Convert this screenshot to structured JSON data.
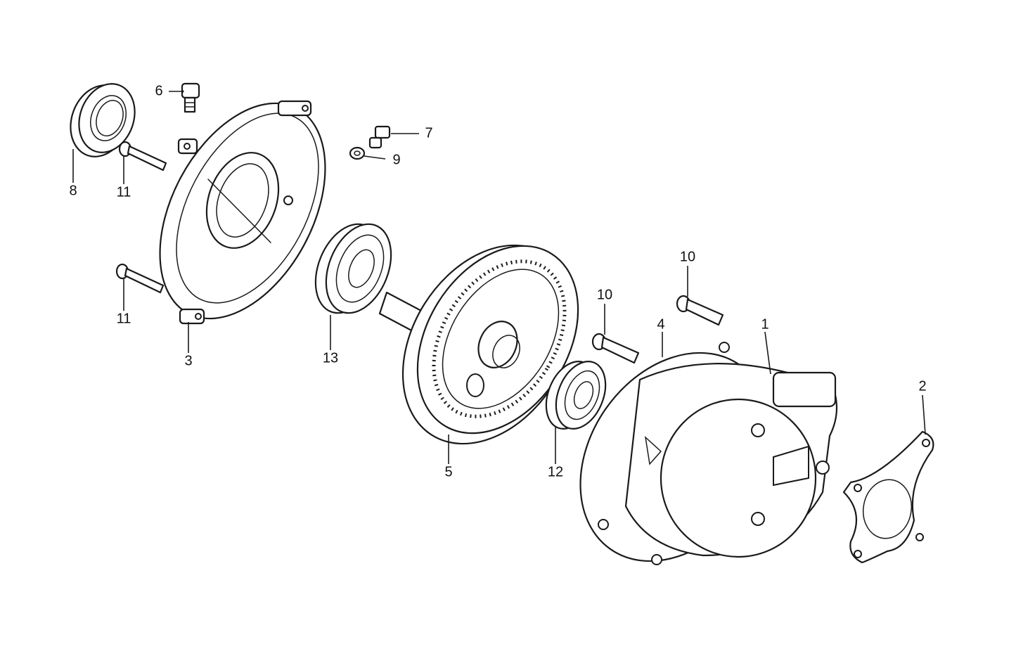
{
  "parts": [
    {
      "id": "part-1",
      "label": "1"
    },
    {
      "id": "part-2",
      "label": "2"
    },
    {
      "id": "part-3",
      "label": "3"
    },
    {
      "id": "part-4",
      "label": "4"
    },
    {
      "id": "part-5",
      "label": "5"
    },
    {
      "id": "part-6",
      "label": "6"
    },
    {
      "id": "part-7",
      "label": "7"
    },
    {
      "id": "part-8",
      "label": "8"
    },
    {
      "id": "part-9",
      "label": "9"
    },
    {
      "id": "part-10a",
      "label": "10"
    },
    {
      "id": "part-10b",
      "label": "10"
    },
    {
      "id": "part-11a",
      "label": "11"
    },
    {
      "id": "part-11b",
      "label": "11"
    },
    {
      "id": "part-12",
      "label": "12"
    },
    {
      "id": "part-13",
      "label": "13"
    }
  ]
}
